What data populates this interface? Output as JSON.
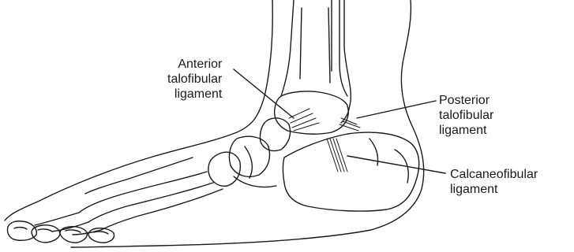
{
  "labels": {
    "anterior_talofibular": [
      "Anterior",
      "talofibular",
      "ligament"
    ],
    "posterior_talofibular": [
      "Posterior",
      "talofibular",
      "ligament"
    ],
    "calcaneofibular": [
      "Calcaneofibular",
      "ligament"
    ]
  },
  "colors": {
    "ink": "#1a1a1a",
    "bone_fill": "#ffffff"
  }
}
